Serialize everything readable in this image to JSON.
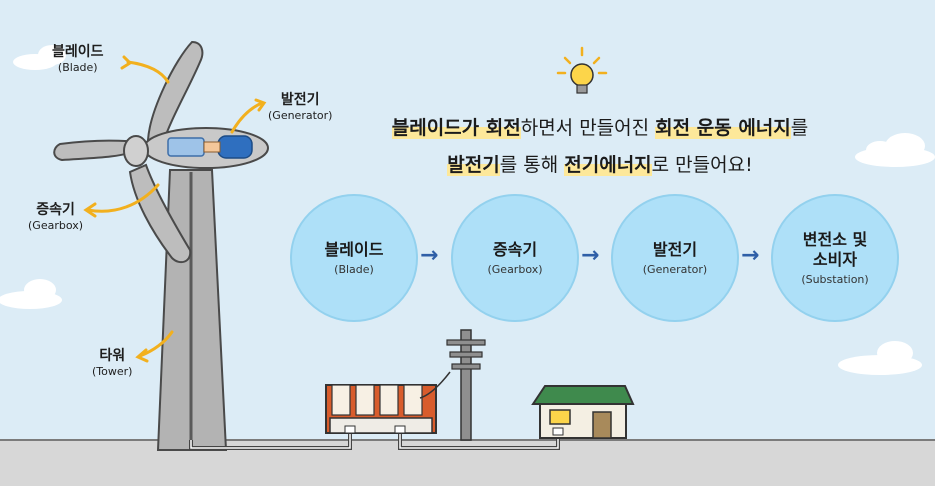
{
  "labels": {
    "blade": {
      "ko": "블레이드",
      "en": "(Blade)"
    },
    "generator": {
      "ko": "발전기",
      "en": "(Generator)"
    },
    "gearbox": {
      "ko": "증속기",
      "en": "(Gearbox)"
    },
    "tower": {
      "ko": "타워",
      "en": "(Tower)"
    }
  },
  "headline": {
    "line1": {
      "hl1": "블레이드가 회전",
      "t1": "하면서 만들어진 ",
      "hl2": "회전 운동 에너지",
      "t2": "를"
    },
    "line2": {
      "hl1": "발전기",
      "t1": "를 통해 ",
      "hl2": "전기에너지",
      "t2": "로 만들어요!"
    }
  },
  "flow": [
    {
      "title": "블레이드",
      "sub": "(Blade)"
    },
    {
      "title": "증속기",
      "sub": "(Gearbox)"
    },
    {
      "title": "발전기",
      "sub": "(Generator)"
    },
    {
      "title": "변전소 및\n소비자",
      "sub": "(Substation)"
    }
  ],
  "flow_arrow": "→",
  "colors": {
    "sky": "#dcecf6",
    "circle": "#aee0f8",
    "highlight": "#fde89a",
    "arrow": "#2f5fa7",
    "label_arrow": "#f2b01e"
  },
  "icons": [
    "lightbulb-icon",
    "cloud-icon",
    "utility-pole-icon",
    "house-icon"
  ]
}
